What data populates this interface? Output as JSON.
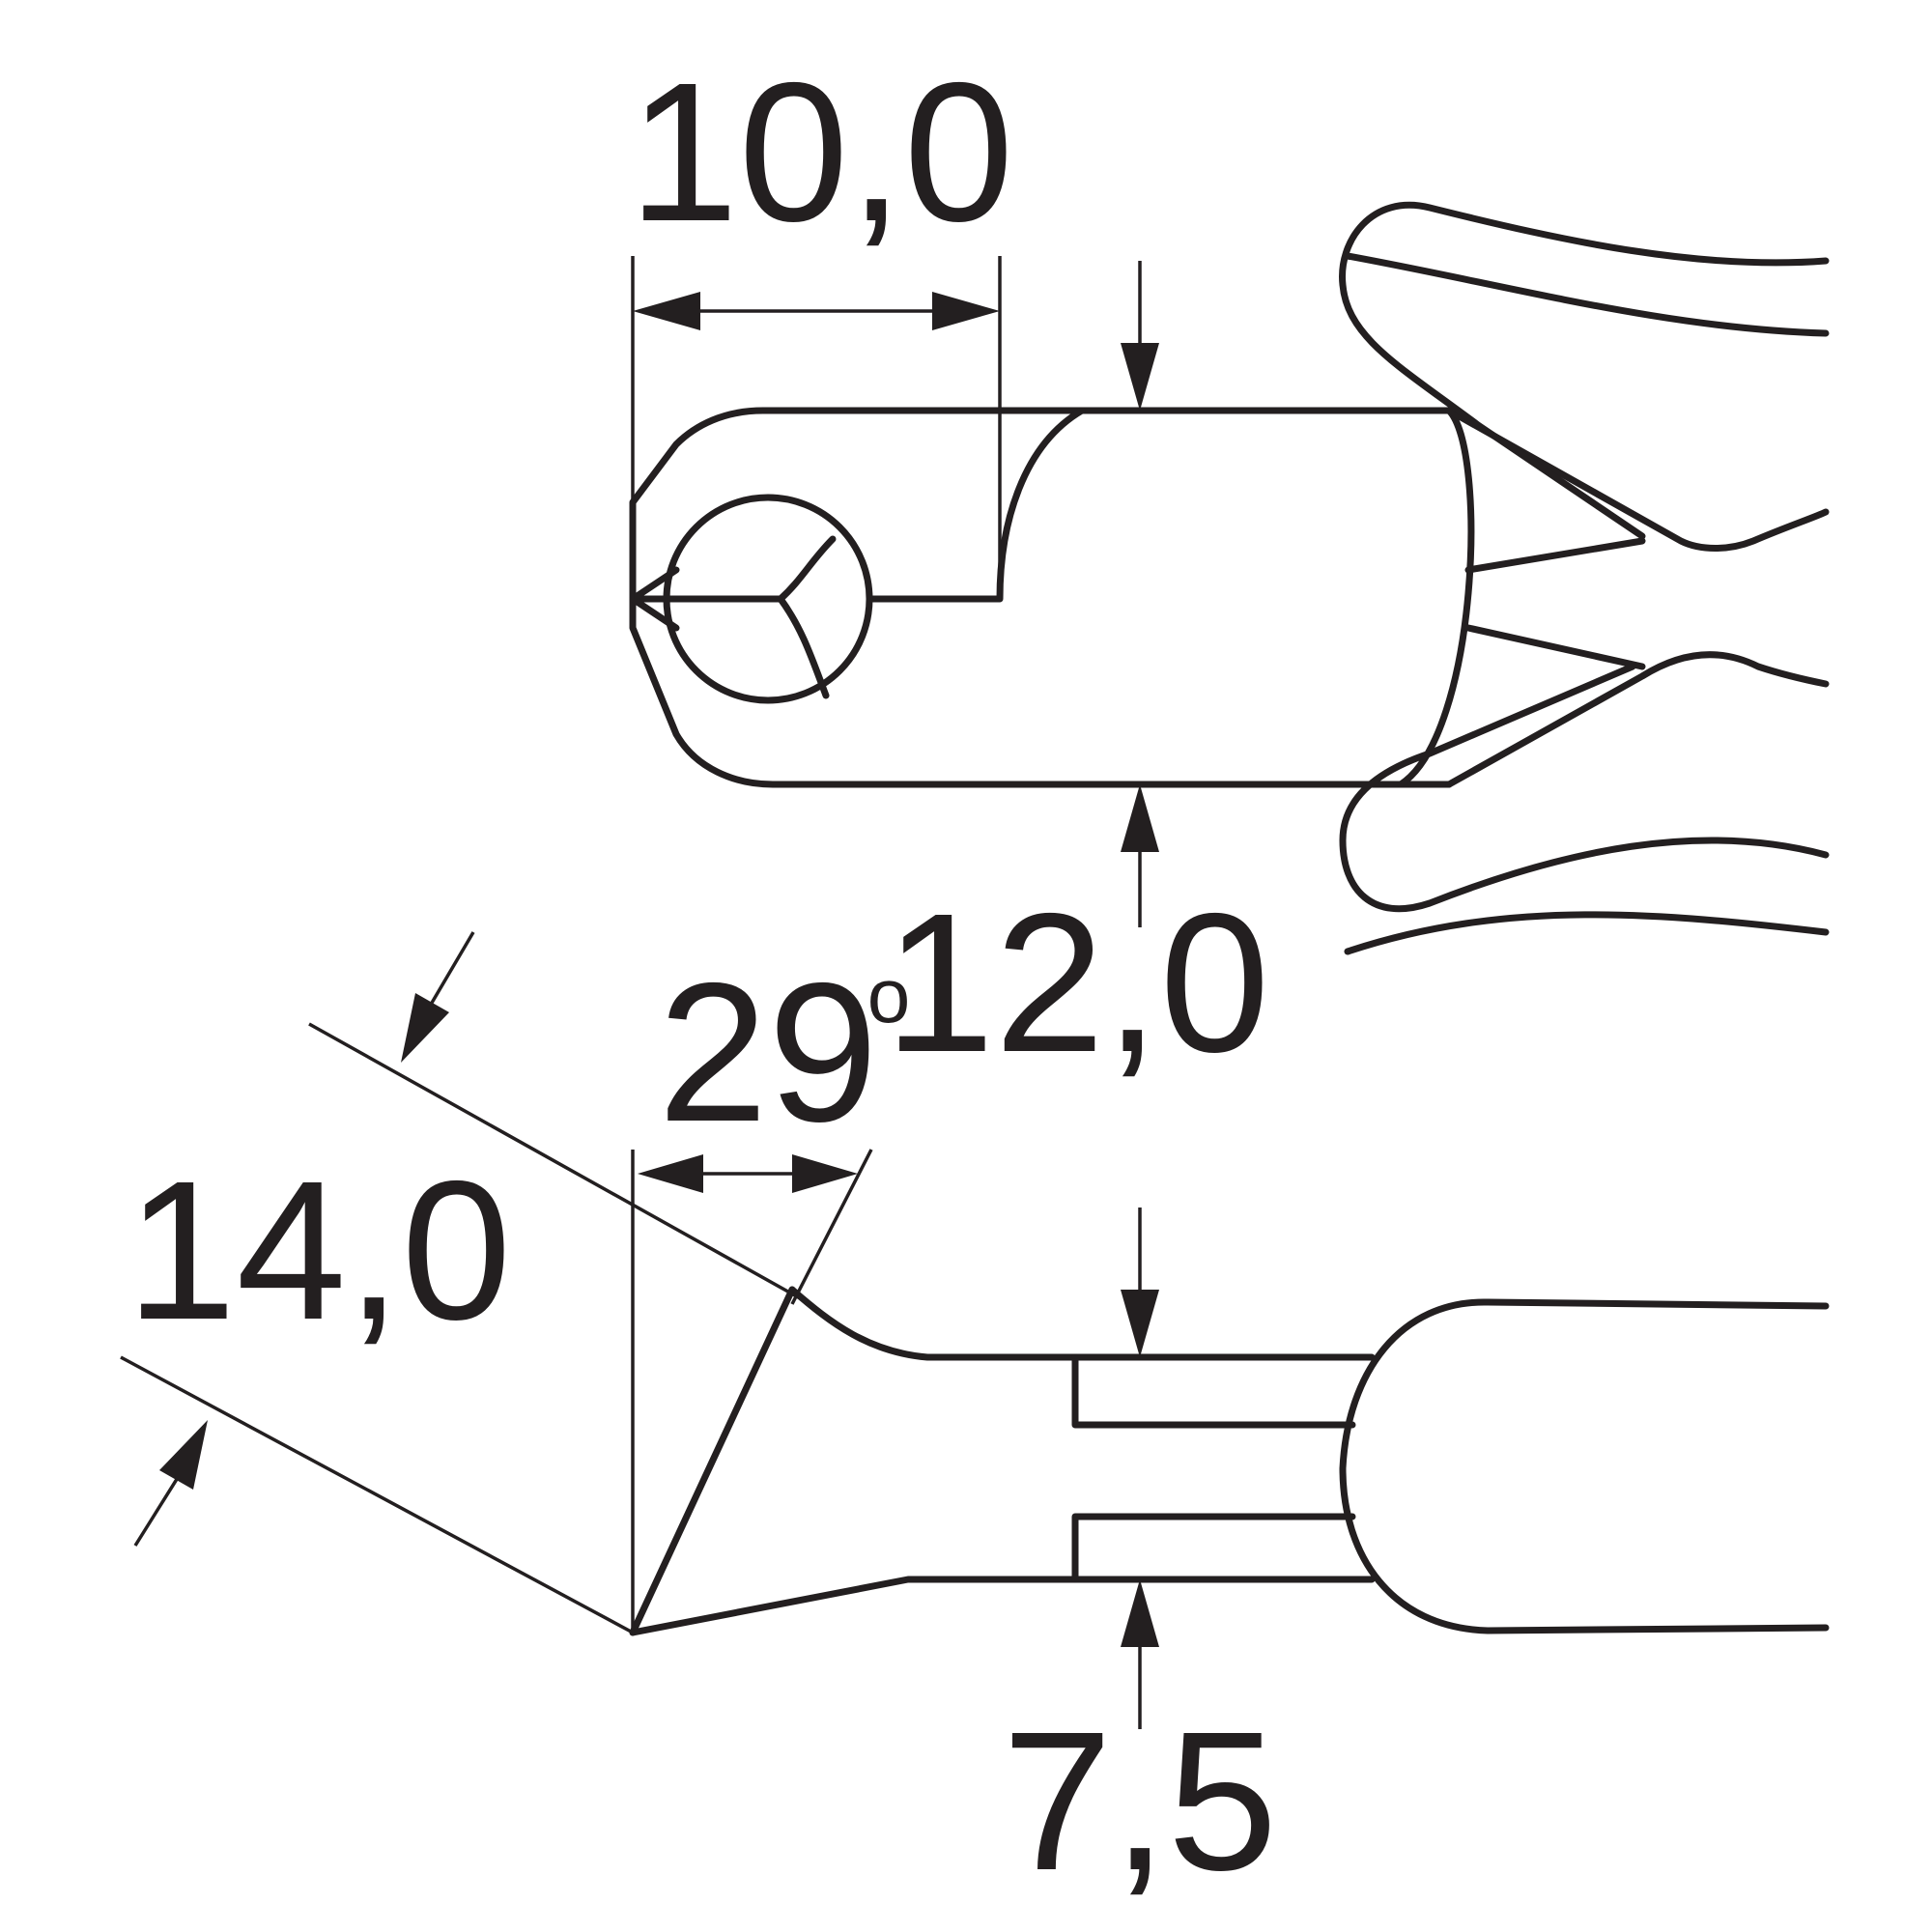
{
  "dimensions": {
    "head_width": "10,0",
    "head_height": "12,0",
    "head_length": "14,0",
    "bevel_angle": "29",
    "degree_symbol": "o",
    "jaw_thickness": "7,5"
  },
  "colors": {
    "line": "#231f20",
    "background": "#ffffff"
  }
}
